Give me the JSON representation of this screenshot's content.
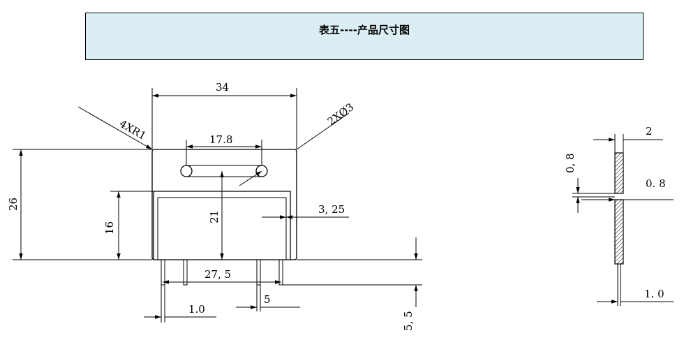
{
  "title": "表五----产品尺寸图",
  "front_view": {
    "width_34": "34",
    "corner_radius": "4XR1",
    "holes": "2XØ3",
    "hole_spacing": "17.8",
    "height_26": "26",
    "body_height": "16",
    "hole_to_bottom": "21",
    "wall": "3, 25",
    "pin_spacing": "27, 5",
    "pin_width": "1.0",
    "pin_gap": "5",
    "pin_length": "5, 5"
  },
  "side_view": {
    "thickness": "2",
    "top_offset": "0, 8",
    "step": "0. 8",
    "pin_thickness": "1. 0"
  }
}
